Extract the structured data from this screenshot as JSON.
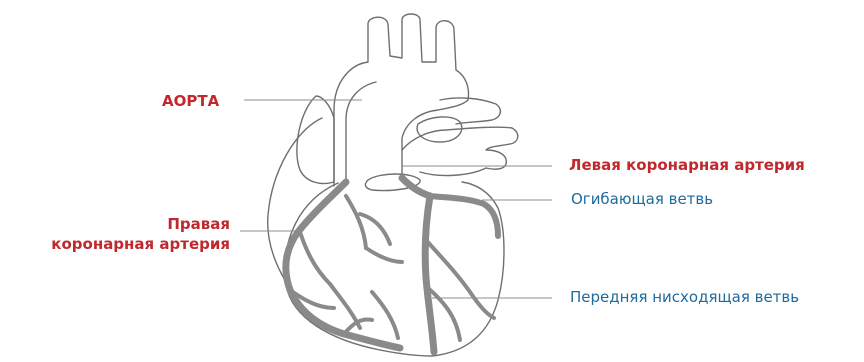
{
  "labels": {
    "aorta": "АОРТА",
    "right_coronary_line1": "Правая",
    "right_coronary_line2": "коронарная артерия",
    "left_coronary": "Левая коронарная артерия",
    "circumflex": "Огибающая ветвь",
    "anterior_descending": "Передняя нисходящая ветвь"
  },
  "colors": {
    "title_red": "#c0282d",
    "branch_blue": "#1f6a9f",
    "outline": "#6f6f6f",
    "vessel": "#8a8a8a",
    "leader": "#8c8c8c"
  }
}
